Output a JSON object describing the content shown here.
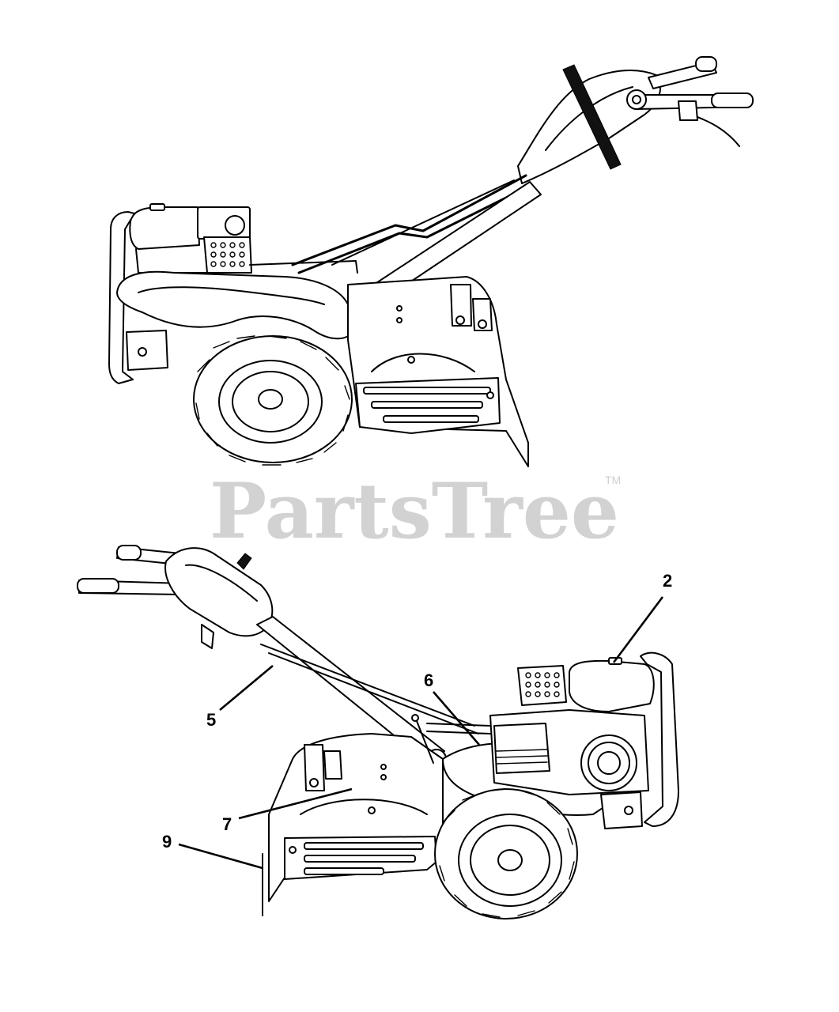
{
  "watermark": {
    "text": "PartsTree",
    "trademark": "TM"
  },
  "callouts": [
    {
      "id": "2",
      "label": "2"
    },
    {
      "id": "5",
      "label": "5"
    },
    {
      "id": "6",
      "label": "6"
    },
    {
      "id": "7",
      "label": "7"
    },
    {
      "id": "9",
      "label": "9"
    }
  ],
  "colors": {
    "ink": "#000000",
    "watermark": "#d2d2d2",
    "background": "#ffffff"
  }
}
